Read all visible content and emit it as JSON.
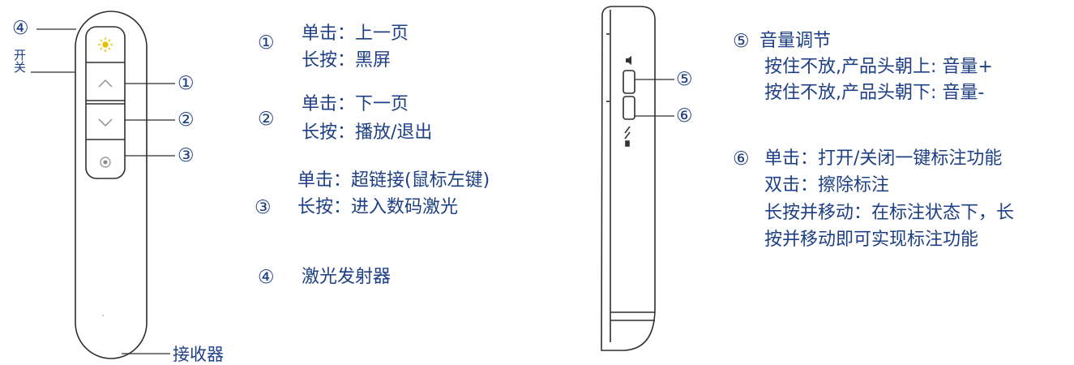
{
  "colors": {
    "text": "#1d3f86",
    "outline": "#2f2f2f",
    "laser": "#e8c000"
  },
  "icons": [
    "laser-icon",
    "chevron-up-icon",
    "chevron-down-icon",
    "dot-button-icon",
    "volume-icon",
    "pen-icon"
  ],
  "front": {
    "callout_4": "④",
    "switch_label": "开关",
    "callout_1": "①",
    "callout_2": "②",
    "callout_3": "③",
    "receiver_label": "接收器"
  },
  "desc": {
    "item1": {
      "num": "①",
      "line1": "单击：上一页",
      "line2": "长按：黑屏"
    },
    "item2": {
      "num": "②",
      "line1": "单击：下一页",
      "line2": "长按：播放/退出"
    },
    "item3": {
      "num": "③",
      "line1": "单击：超链接(鼠标左键)",
      "line2": "长按：进入数码激光"
    },
    "item4": {
      "num": "④",
      "line1": "激光发射器"
    }
  },
  "side": {
    "callout_5": "⑤",
    "callout_6": "⑥"
  },
  "desc_right": {
    "item5": {
      "num": "⑤",
      "title": "音量调节",
      "line1": "按住不放,产品头朝上: 音量+",
      "line2": "按住不放,产品头朝下: 音量-"
    },
    "item6": {
      "num": "⑥",
      "line1": "单击：打开/关闭一键标注功能",
      "line2": "双击：擦除标注",
      "line3": "长按并移动：在标注状态下，长",
      "line4": "按并移动即可实现标注功能"
    }
  }
}
